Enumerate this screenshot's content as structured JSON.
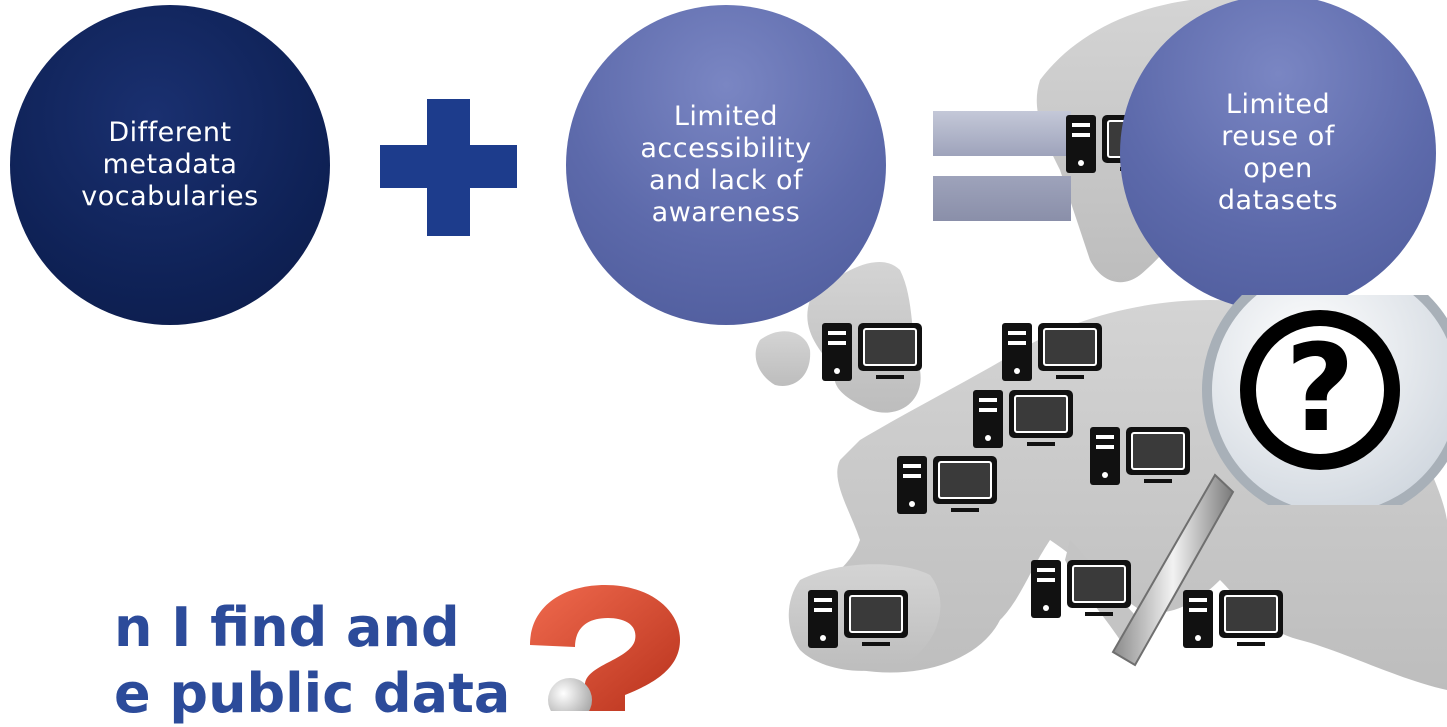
{
  "circles": [
    {
      "label": "Different\nmetadata\nvocabularies"
    },
    {
      "label": "Limited\naccessibility\nand lack of\nawareness"
    },
    {
      "label": "Limited\nreuse of\nopen\ndatasets"
    }
  ],
  "question_text": "n I find and\ne public data",
  "colors": {
    "dark_navy": "#0f2257",
    "circle_blue": "#5d6aab",
    "plus_blue": "#1d3c8c",
    "heading_blue": "#2c4b9a",
    "map_gray": "#c9c9c9",
    "qmark_red": "#e0452c"
  },
  "icons": {
    "operator_plus": "plus-sign",
    "operator_equals": "equals-sign",
    "computer": "desktop-computer-icon",
    "search": "magnifying-glass-icon",
    "question": "question-mark-icon"
  }
}
